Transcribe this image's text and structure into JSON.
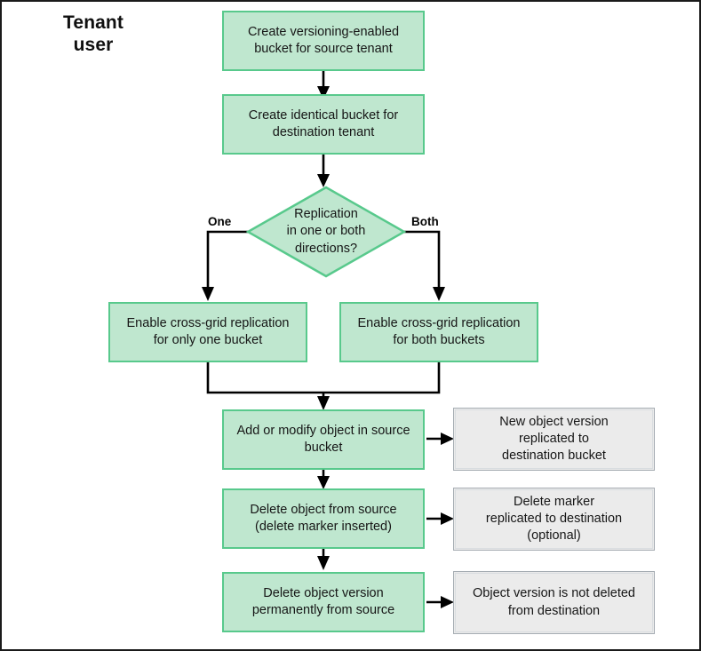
{
  "diagram": {
    "title_line1": "Tenant",
    "title_line2": "user",
    "colors": {
      "green_fill": "#bfe7cf",
      "green_border": "#58c98c",
      "gray_fill": "#ebebeb",
      "gray_border": "#a5acb2",
      "text": "#161616",
      "connector": "#000000",
      "page_border": "#1a1a1a"
    },
    "nodes": {
      "create_versioned_bucket": {
        "line1": "Create versioning-enabled",
        "line2": "bucket for source tenant"
      },
      "create_identical_bucket": {
        "line1": "Create identical bucket for",
        "line2": "destination tenant"
      },
      "decision": {
        "line1": "Replication",
        "line2": "in one or both",
        "line3": "directions?"
      },
      "enable_one": {
        "line1": "Enable cross-grid replication",
        "line2": "for only one bucket"
      },
      "enable_both": {
        "line1": "Enable cross-grid replication",
        "line2": "for both buckets"
      },
      "add_modify": {
        "line1": "Add or modify object in source",
        "line2": "bucket"
      },
      "delete_object": {
        "line1": "Delete object from source",
        "line2": "(delete marker inserted)"
      },
      "delete_version": {
        "line1": "Delete object version",
        "line2": "permanently from source"
      },
      "result_new_version": {
        "line1": "New object version",
        "line2": "replicated to",
        "line3": "destination bucket"
      },
      "result_delete_marker": {
        "line1": "Delete marker",
        "line2": "replicated to destination",
        "line3": "(optional)"
      },
      "result_not_deleted": {
        "line1": "Object version is not deleted",
        "line2": "from destination"
      }
    },
    "branch_labels": {
      "one": "One",
      "both": "Both"
    }
  }
}
